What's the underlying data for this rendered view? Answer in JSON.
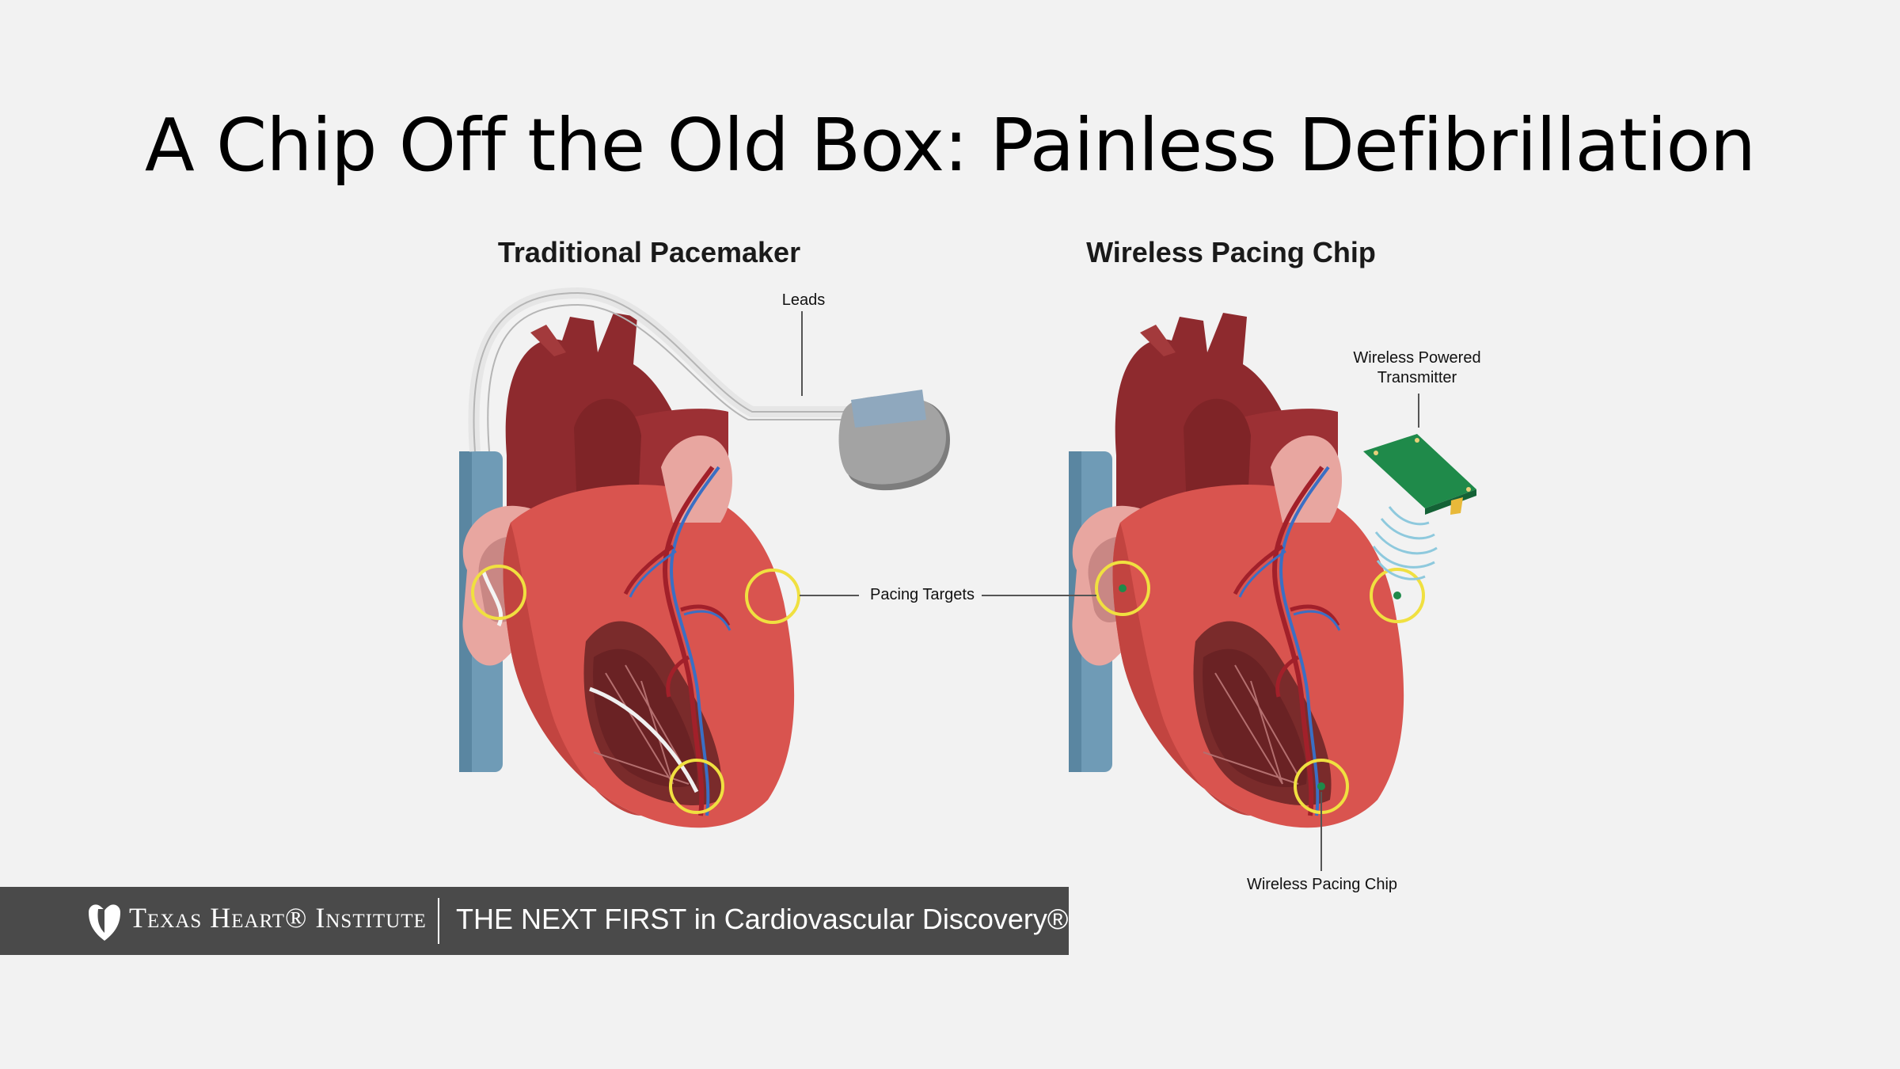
{
  "slide": {
    "title": "A Chip Off the Old Box: Painless Defibrillation"
  },
  "left_panel": {
    "title": "Traditional Pacemaker",
    "leads_label": "Leads"
  },
  "right_panel": {
    "title": "Wireless Pacing Chip",
    "transmitter_label": "Wireless Powered Transmitter",
    "chip_label": "Wireless Pacing Chip"
  },
  "shared": {
    "targets_label": "Pacing Targets"
  },
  "footer": {
    "institute": "Texas Heart® Institute",
    "tagline": "THE NEXT FIRST in Cardiovascular Discovery®"
  },
  "colors": {
    "background": "#f2f2f2",
    "heart_dark": "#8e2a2e",
    "heart_main": "#d9544f",
    "heart_light": "#e8a6a0",
    "chamber": "#7a2b2b",
    "vein": "#6f9bb6",
    "artery_blue": "#3a6fc4",
    "target_ring": "#f0e040",
    "chip_green": "#1f8a4a",
    "footer_bg": "#4a4a4a"
  },
  "icons": [
    "heart-shield-logo-icon",
    "pacemaker-device-icon",
    "transmitter-board-icon",
    "wireless-wave-icon"
  ]
}
